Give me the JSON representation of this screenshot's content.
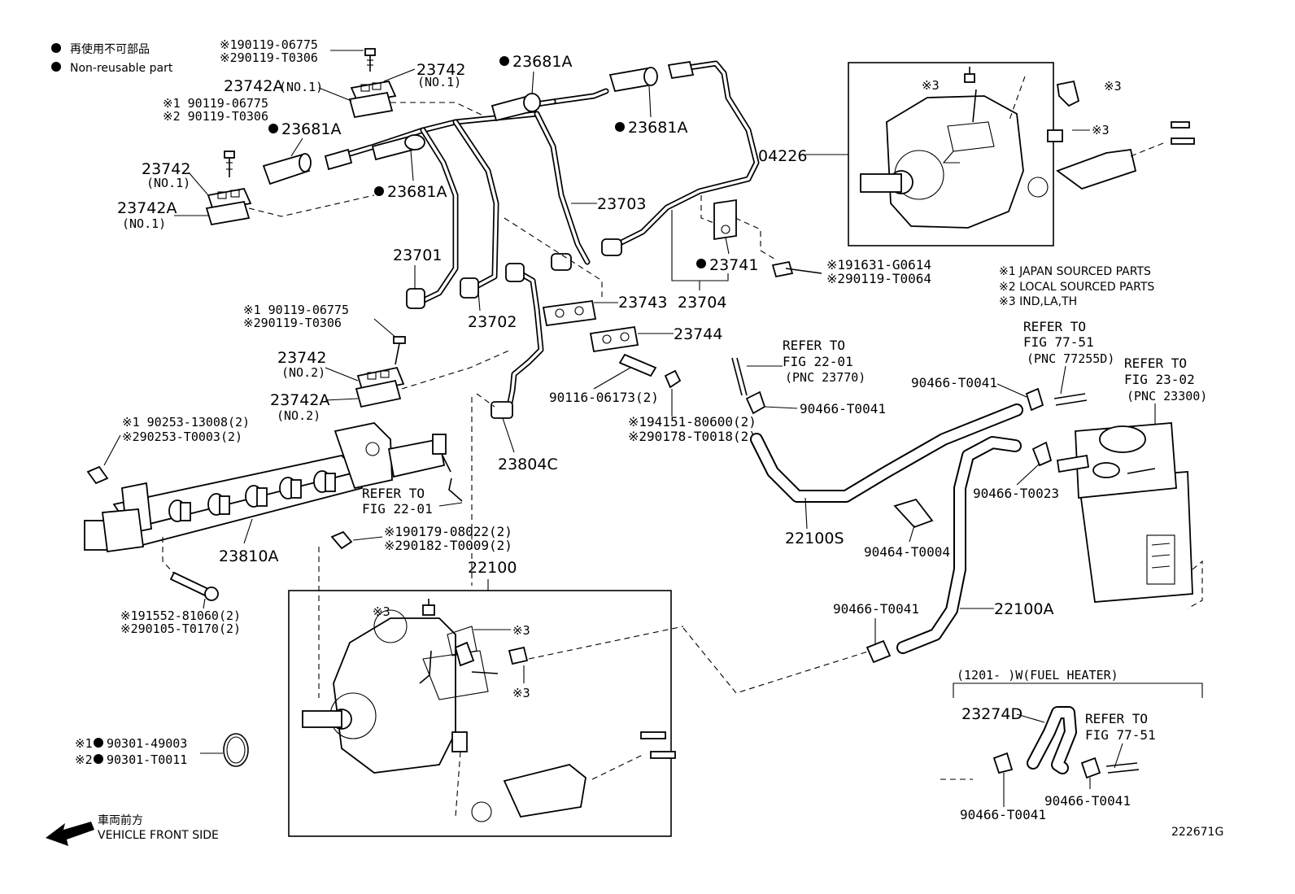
{
  "legend": {
    "jp_text": "再使用不可部品",
    "en_text": "Non-reusable part",
    "notes": [
      "※1 JAPAN SOURCED PARTS",
      "※2 LOCAL SOURCED PARTS",
      "※3 IND,LA,TH"
    ]
  },
  "labels": {
    "p23742_top": "23742",
    "p23742_top_no": "(NO.1)",
    "p23742A_top": "23742A",
    "p23742A_top_no": "(NO.1)",
    "p23742_left": "23742",
    "p23742_left_no": "(NO.1)",
    "p23742A_left": "23742A",
    "p23742A_left_no": "(NO.1)",
    "p23742_mid": "23742",
    "p23742_mid_no": "(NO.2)",
    "p23742A_mid": "23742A",
    "p23742A_mid_no": "(NO.2)",
    "p23681A_1": "23681A",
    "p23681A_2": "23681A",
    "p23681A_3": "23681A",
    "p23681A_4": "23681A",
    "p23703": "23703",
    "p23701": "23701",
    "p23702": "23702",
    "p23741": "23741",
    "p23704": "23704",
    "p23743": "23743",
    "p23744": "23744",
    "p04226": "04226",
    "p23804C": "23804C",
    "p23810A": "23810A",
    "p22100": "22100",
    "p22100S": "22100S",
    "p22100A": "22100A",
    "p23274D": "23274D",
    "bolt_a1": "※190119-06775",
    "bolt_a2": "※290119-T0306",
    "bolt_b1": "※1 90119-06775",
    "bolt_b2": "※2 90119-T0306",
    "bolt_c1": "※1 90119-06775",
    "bolt_c2": "※290119-T0306",
    "bolt_d1": "※191631-G0614",
    "bolt_d2": "※290119-T0064",
    "pn_90116": "90116-06173(2)",
    "pn_94151_1": "※194151-80600(2)",
    "pn_94151_2": "※290178-T0018(2)",
    "pn_90253_1": "※1 90253-13008(2)",
    "pn_90253_2": "※290253-T0003(2)",
    "pn_90179_1": "※190179-08022(2)",
    "pn_90179_2": "※290182-T0009(2)",
    "pn_91552_1": "※191552-81060(2)",
    "pn_91552_2": "※290105-T0170(2)",
    "pn_90301_1": "※1",
    "pn_90301_1b": "90301-49003",
    "pn_90301_2": "※2",
    "pn_90301_2b": "90301-T0011",
    "clip_1": "90466-T0041",
    "clip_2": "90466-T0041",
    "clip_3": "90466-T0023",
    "clip_4": "90464-T0004",
    "clip_5": "90466-T0041",
    "clip_6": "90466-T0041",
    "clip_7": "90466-T0041",
    "refer_a1": "REFER TO",
    "refer_a2": "FIG 22-01",
    "refer_a3": "(PNC 23770)",
    "refer_b1": "REFER TO",
    "refer_b2": "FIG 77-51",
    "refer_b3": "(PNC 77255D)",
    "refer_c1": "REFER TO",
    "refer_c2": "FIG 23-02",
    "refer_c3": "(PNC 23300)",
    "refer_d1": "REFER TO",
    "refer_d2": "FIG 22-01",
    "refer_e1": "REFER TO",
    "refer_e2": "FIG 77-51",
    "note3_a": "※3",
    "note3_b": "※3",
    "note3_c": "※3",
    "note3_d": "※3",
    "note3_e": "※3",
    "note3_f": "※3",
    "heater_title": "(1201-        )W(FUEL HEATER)",
    "front_jp": "車両前方",
    "front_en": "VEHICLE FRONT SIDE",
    "fig_code": "222671G"
  }
}
